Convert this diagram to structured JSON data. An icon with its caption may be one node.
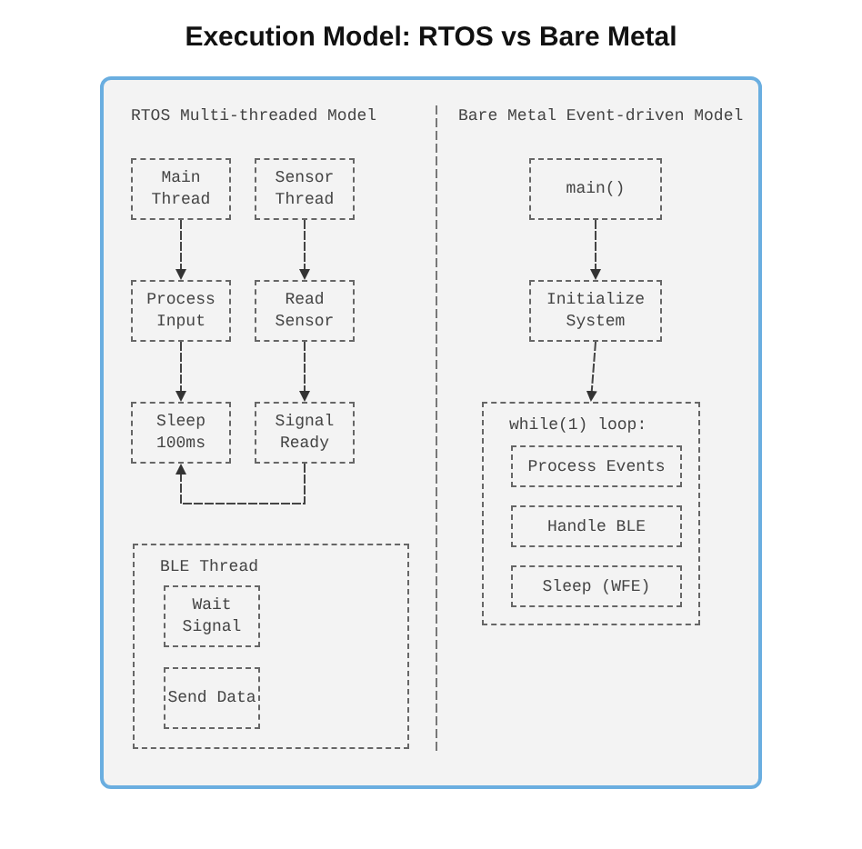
{
  "diagram": {
    "title": "Execution Model: RTOS vs Bare Metal",
    "nodes": [
      {
        "text": [
          "Main Thread"
        ]
      },
      {
        "text": [
          "Sensor Thread"
        ]
      },
      {
        "text": [
          "Process Input"
        ]
      },
      {
        "text": [
          "Read Sensor"
        ]
      },
      {
        "text": [
          "Sleep 100ms"
        ]
      },
      {
        "text": [
          "Signal Ready"
        ]
      },
      {
        "text": [
          "BLE Thread"
        ]
      },
      {
        "text": [
          "Wait Signal"
        ],
        "in": 6
      },
      {
        "text": [
          "Send Data"
        ],
        "in": 6
      },
      {
        "text": [
          "main()"
        ]
      },
      {
        "text": [
          "Initialize System"
        ]
      },
      {
        "text": [
          "while(1) loop:"
        ]
      },
      {
        "text": [
          "Process Events"
        ],
        "in": 11
      },
      {
        "text": [
          "Handle BLE"
        ],
        "in": 11
      },
      {
        "text": [
          "Sleep (WFE)"
        ],
        "in": 11
      }
    ],
    "edges": [
      {
        "from": 0,
        "to": 2,
        "arrow": "to"
      },
      {
        "from": 1,
        "to": 3,
        "arrow": "to"
      },
      {
        "from": 2,
        "to": 4,
        "arrow": "to"
      },
      {
        "from": 3,
        "to": 5,
        "arrow": "to"
      },
      {
        "from": 5,
        "to": 4,
        "arrow": "to"
      },
      {
        "from": 9,
        "to": 10,
        "arrow": "to"
      },
      {
        "from": 10,
        "to": 11,
        "arrow": "to"
      }
    ],
    "labels": [
      "RTOS Multi-threaded Model",
      "Bare Metal Event-driven Model"
    ]
  }
}
